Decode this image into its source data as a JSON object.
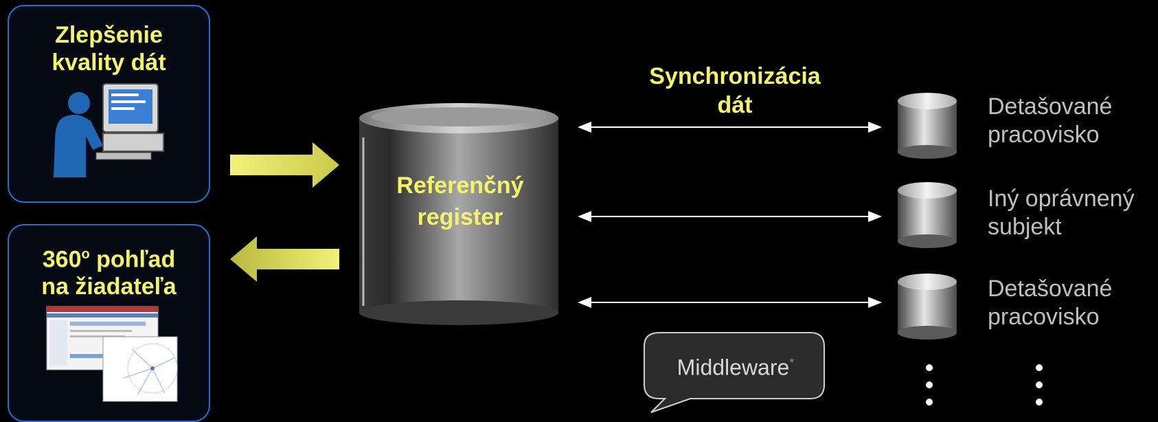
{
  "left_cards": {
    "quality": {
      "title_line1": "Zlepšenie",
      "title_line2": "kvality dát",
      "icon": "user-at-computer-icon"
    },
    "view360": {
      "title_prefix": "360",
      "title_degree": "o",
      "title_suffix": " pohľad",
      "title_line2": "na žiadateľa",
      "icon": "application-screenshot-icon"
    }
  },
  "center": {
    "label_line1": "Referenčný",
    "label_line2": "register"
  },
  "sync": {
    "label_line1": "Synchronizácia",
    "label_line2": "dát"
  },
  "targets": [
    {
      "line1": "Detašované",
      "line2": "pracovisko"
    },
    {
      "line1": "Iný oprávnený",
      "line2": "subjekt"
    },
    {
      "line1": "Detašované",
      "line2": "pracovisko"
    }
  ],
  "middleware": {
    "label": "Middleware",
    "mark": "*"
  },
  "colors": {
    "background": "#000000",
    "accent": "#f4f46a",
    "card_border": "#1e6fd0",
    "text_gray": "#bfbfbf"
  }
}
